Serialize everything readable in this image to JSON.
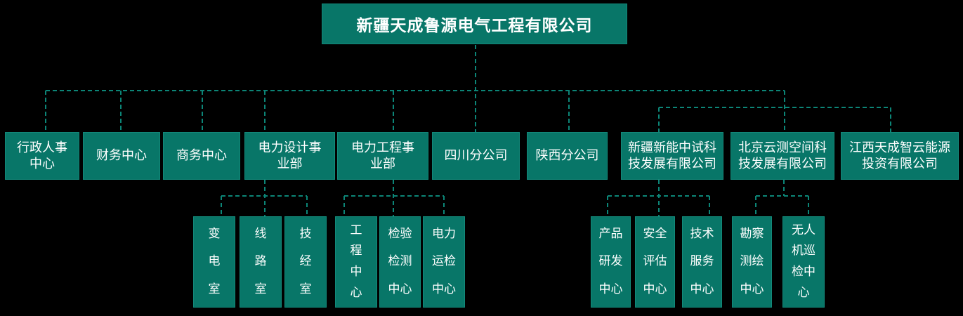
{
  "colors": {
    "background": "#000000",
    "box_fill": "#087668",
    "box_border": "#13897A",
    "connector": "#0C8577",
    "text": "#FFFFFF"
  },
  "org": {
    "root": {
      "label": "新疆天成鲁源电气工程有限公司"
    },
    "level2": [
      {
        "label": "行政人事\n中心"
      },
      {
        "label": "财务中心"
      },
      {
        "label": "商务中心"
      },
      {
        "label": "电力设计事\n业部"
      },
      {
        "label": "电力工程事\n业部"
      },
      {
        "label": "四川分公司"
      },
      {
        "label": "陕西分公司"
      },
      {
        "label": "新疆新能中试科\n技发展有限公司"
      },
      {
        "label": "北京云测空间科\n技发展有限公司"
      },
      {
        "label": "江西天成智云能源\n投资有限公司"
      }
    ],
    "level3": [
      {
        "parent": "电力设计事业部",
        "label": "变\n电\n室"
      },
      {
        "parent": "电力设计事业部",
        "label": "线\n路\n室"
      },
      {
        "parent": "电力设计事业部",
        "label": "技\n经\n室"
      },
      {
        "parent": "电力工程事业部",
        "label": "工\n程\n中\n心"
      },
      {
        "parent": "电力工程事业部",
        "label": "检验\n检测\n中心"
      },
      {
        "parent": "电力工程事业部",
        "label": "电力\n运检\n中心"
      },
      {
        "parent": "新疆新能中试科技发展有限公司",
        "label": "产品\n研发\n中心"
      },
      {
        "parent": "新疆新能中试科技发展有限公司",
        "label": "安全\n评估\n中心"
      },
      {
        "parent": "新疆新能中试科技发展有限公司",
        "label": "技术\n服务\n中心"
      },
      {
        "parent": "北京云测空间科技发展有限公司",
        "label": "勘察\n测绘\n中心"
      },
      {
        "parent": "北京云测空间科技发展有限公司",
        "label": "无人\n机巡\n检中\n心"
      }
    ]
  }
}
